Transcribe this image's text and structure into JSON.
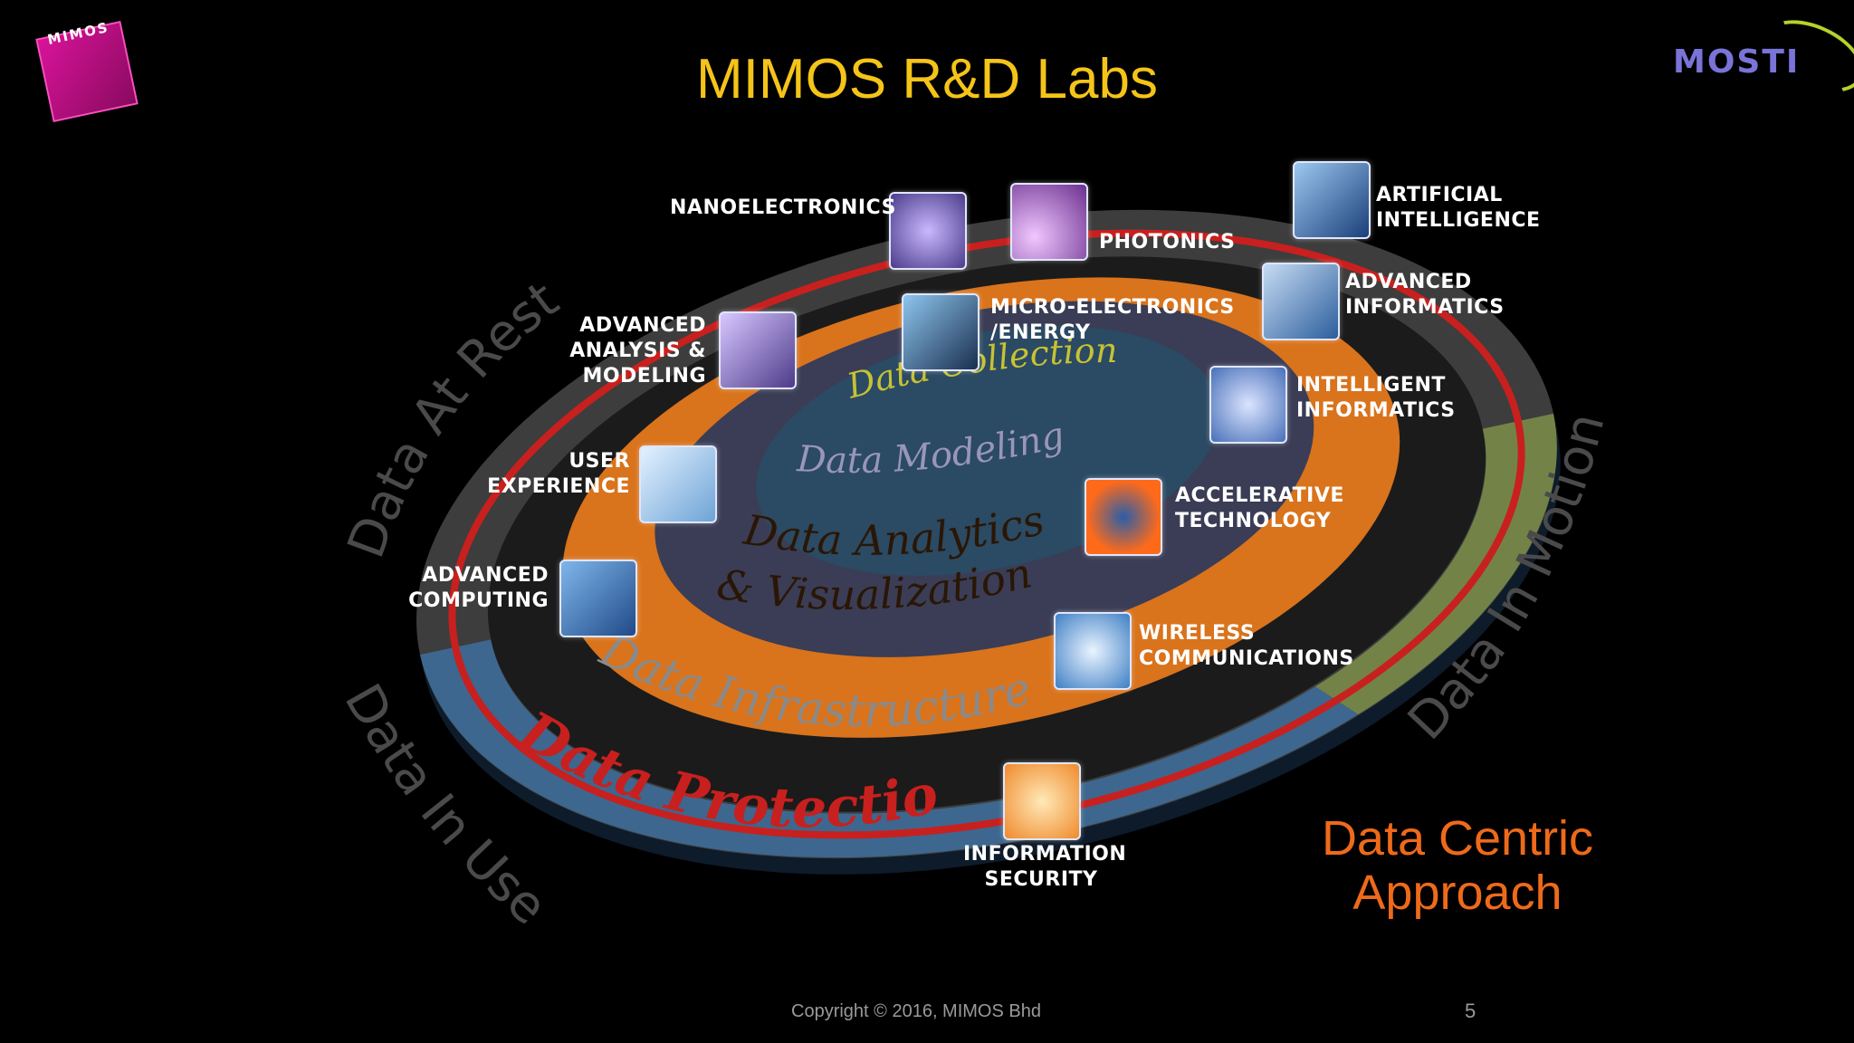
{
  "slide": {
    "title": "MIMOS R&D Labs",
    "footer": "Copyright © 2016, MIMOS Bhd",
    "page_number": "5",
    "approach_line1": "Data Centric",
    "approach_line2": "Approach"
  },
  "logos": {
    "mimos": "MIMOS",
    "mosti": "MOSTI"
  },
  "colors": {
    "title": "#f5c418",
    "approach": "#ee6a1a",
    "ring_protection": "#c8201e",
    "ring_analytics": "#d9731c",
    "ring_in_use": "#3d6e9c",
    "ring_in_motion": "#7c8f4a"
  },
  "rings": {
    "data_collection": "Data Collection",
    "data_modeling": "Data Modeling",
    "data_analytics_1": "Data Analytics",
    "data_analytics_2": "& Visualization",
    "data_infrastructure": "Data Infrastructure",
    "data_protection": "Data Protection",
    "data_at_rest": "Data At Rest",
    "data_in_use": "Data In Use",
    "data_in_motion": "Data In Motion"
  },
  "labs": {
    "nanoelectronics": {
      "line1": "NANOELECTRONICS",
      "icon": "nanoelectronics-icon"
    },
    "photonics": {
      "line1": "PHOTONICS",
      "icon": "photonics-icon"
    },
    "artificial_intelligence": {
      "line1": "ARTIFICIAL",
      "line2": "INTELLIGENCE",
      "icon": "artificial-intelligence-icon"
    },
    "advanced_informatics": {
      "line1": "ADVANCED",
      "line2": "INFORMATICS",
      "icon": "advanced-informatics-icon"
    },
    "micro_electronics": {
      "line1": "MICRO-ELECTRONICS",
      "line2": "/ENERGY",
      "icon": "micro-electronics-icon"
    },
    "advanced_analysis": {
      "line1": "ADVANCED",
      "line2": "ANALYSIS &",
      "line3": "MODELING",
      "icon": "advanced-analysis-icon"
    },
    "intelligent_informatics": {
      "line1": "INTELLIGENT",
      "line2": "INFORMATICS",
      "icon": "intelligent-informatics-icon"
    },
    "user_experience": {
      "line1": "USER",
      "line2": "EXPERIENCE",
      "icon": "user-experience-icon"
    },
    "accelerative_technology": {
      "line1": "ACCELERATIVE",
      "line2": "TECHNOLOGY",
      "icon": "accelerative-technology-icon"
    },
    "advanced_computing": {
      "line1": "ADVANCED",
      "line2": "COMPUTING",
      "icon": "advanced-computing-icon"
    },
    "wireless_communications": {
      "line1": "WIRELESS",
      "line2": "COMMUNICATIONS",
      "icon": "wireless-communications-icon"
    },
    "information_security": {
      "line1": "INFORMATION",
      "line2": "SECURITY",
      "icon": "information-security-icon"
    }
  }
}
